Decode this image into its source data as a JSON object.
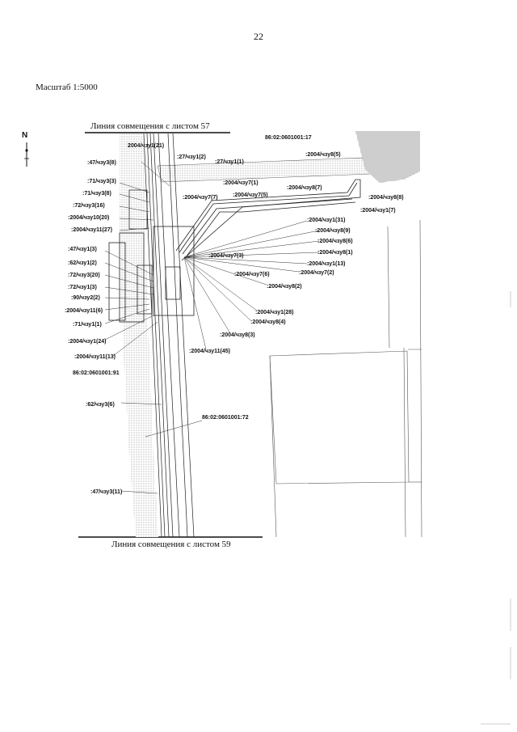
{
  "page_number": "22",
  "scale_label": "Масштаб 1:5000",
  "north_label": "N",
  "match_line_top": "Линия совмещения с листом 57",
  "match_line_bottom": "Линия совмещения с листом 59",
  "parcels": {
    "p17": "86:02:0601001:17",
    "p91": "86:02:0601001:91",
    "p72": "86:02:0601001:72"
  },
  "labels": {
    "l1": "2004/чзу1(21)",
    "l2": ":27/чзу1(2)",
    "l3": ":27/чзу1(1)",
    "l4": ":47/чзу3(8)",
    "l5": ":71/чзу3(3)",
    "l6": ":71/чзу3(8)",
    "l7": ":72/чзу3(16)",
    "l8": ":2004/чзу10(20)",
    "l9": ":2004/чзу11(27)",
    "l10": ":47/чзу1(3)",
    "l11": ":62/чзу1(2)",
    "l12": ":72/чзу3(20)",
    "l13": ":72/чзу1(3)",
    "l14": ":90/чзу2(2)",
    "l15": ":2004/чзу11(6)",
    "l16": ":71/чзу1(1)",
    "l17": ":2004/чзу1(24)",
    "l18": ":2004/чзу11(13)",
    "l19": ":62/чзу3(6)",
    "l20": ":47/чзу3(11)",
    "l21": ":2004/чзу8(5)",
    "l22": ":2004/чзу7(1)",
    "l23": ":2004/чзу7(7)",
    "l24": ":2004/чзу7(5)",
    "l25": ":2004/чзу8(7)",
    "l26": ":2004/чзу8(8)",
    "l27": ":2004/чзу1(7)",
    "l28": ":2004/чзу1(31)",
    "l29": ":2004/чзу8(9)",
    "l30": ":2004/чзу8(6)",
    "l31": ":2004/чзу8(1)",
    "l32": ":2004/чзу1(13)",
    "l33": ":2004/чзу7(3)",
    "l34": ":2004/чзу7(2)",
    "l35": ":2004/чзу7(6)",
    "l36": ":2004/чзу8(2)",
    "l37": ":2004/чзу1(28)",
    "l38": ":2004/чзу8(4)",
    "l39": ":2004/чзу8(3)",
    "l40": ":2004/чзу11(45)"
  }
}
